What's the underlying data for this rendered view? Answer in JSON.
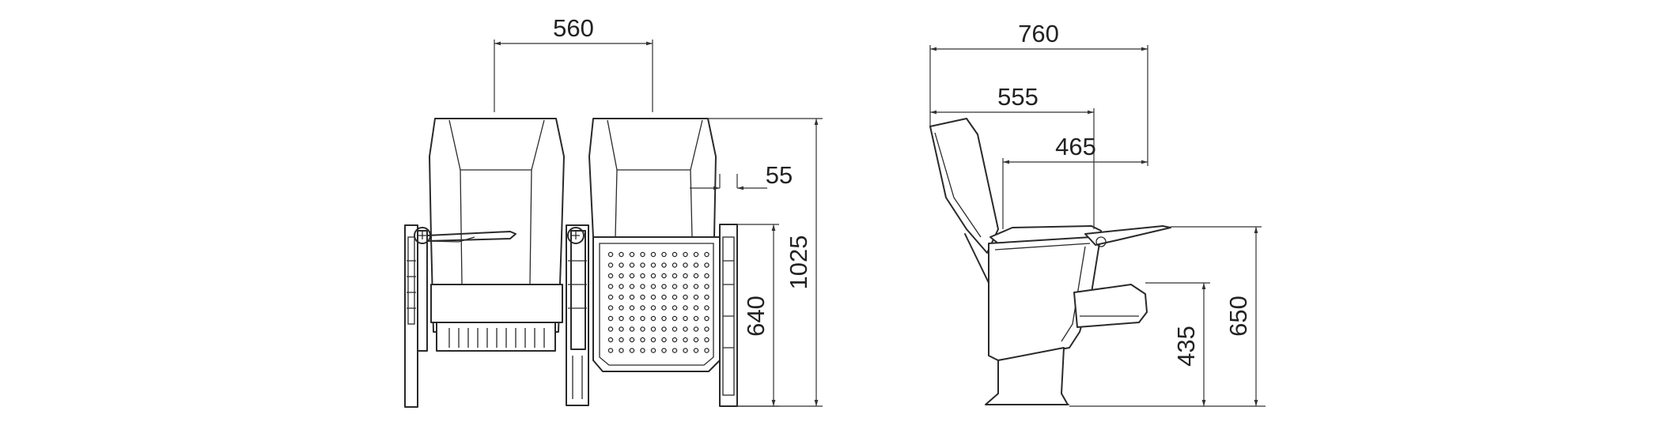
{
  "front_view": {
    "seat_pitch": "560",
    "armrest_width": "55",
    "total_height": "1025",
    "armrest_height": "640"
  },
  "side_view": {
    "overall_depth": "760",
    "seat_depth": "555",
    "folded_depth": "465",
    "seat_height": "435",
    "table_height": "650"
  }
}
